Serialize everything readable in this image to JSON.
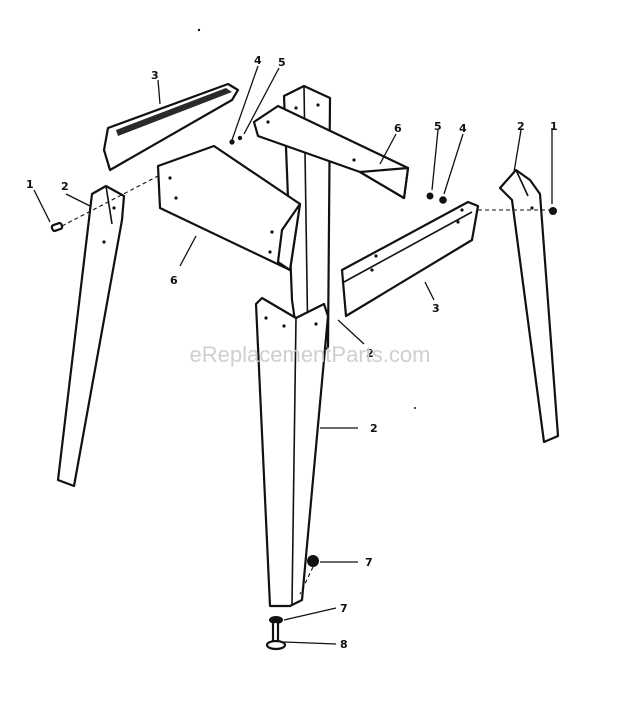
{
  "watermark": "eReplacementParts.com",
  "callouts": {
    "c1": "3",
    "c2": "4",
    "c3": "5",
    "c4": "6",
    "c5": "1",
    "c6": "2",
    "c7": "6",
    "c8": "5",
    "c9": "4",
    "c10": "2",
    "c11": "1",
    "c12": "3",
    "c13": "2",
    "c14": "2",
    "c15": "7",
    "c16": "7",
    "c17": "8"
  }
}
